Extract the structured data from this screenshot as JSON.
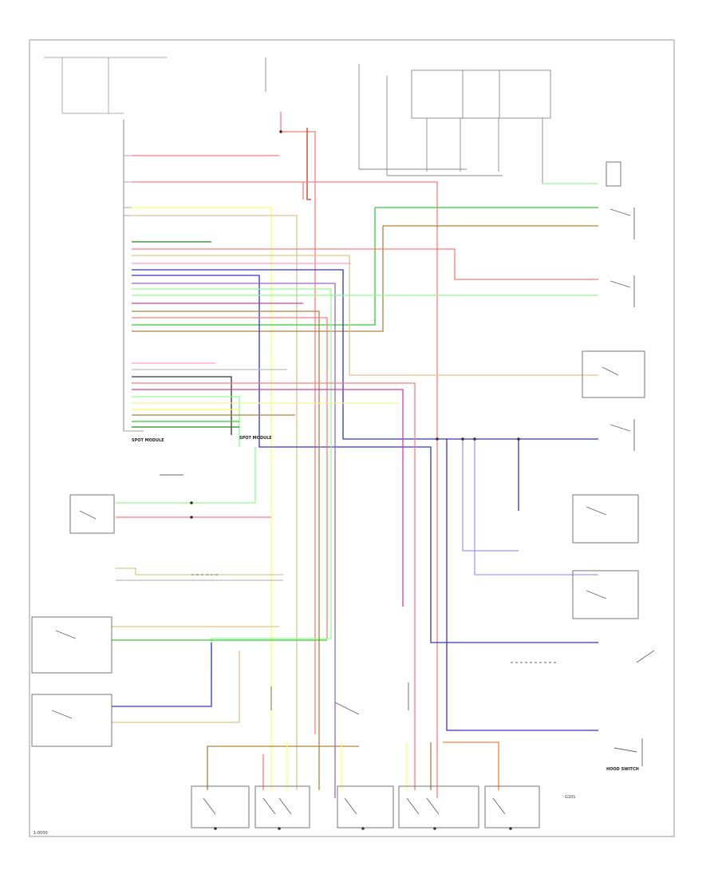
{
  "diagram": {
    "footer_code": "1-0000",
    "wire_colors": {
      "red": "#ff7b7b",
      "dark_red": "#c0392b",
      "pink": "#ff9fc0",
      "yellow": "#ffff66",
      "light_yellow": "#f5f0a0",
      "tan": "#e2c48a",
      "brown": "#b08040",
      "green": "#33cc33",
      "light_green": "#8cff8c",
      "dark_green": "#228822",
      "blue": "#3333cc",
      "light_blue": "#9c9cff",
      "violet": "#9966cc",
      "magenta": "#d040a0",
      "gray": "#bbbbbb",
      "black": "#333333",
      "orange": "#f08040"
    },
    "connector_label_left": "SPOT MODULE",
    "connector_label_bottom_left": "SPOT MODULE",
    "hood_switch_label": "HOOD SWITCH",
    "ground_label": "G101"
  }
}
